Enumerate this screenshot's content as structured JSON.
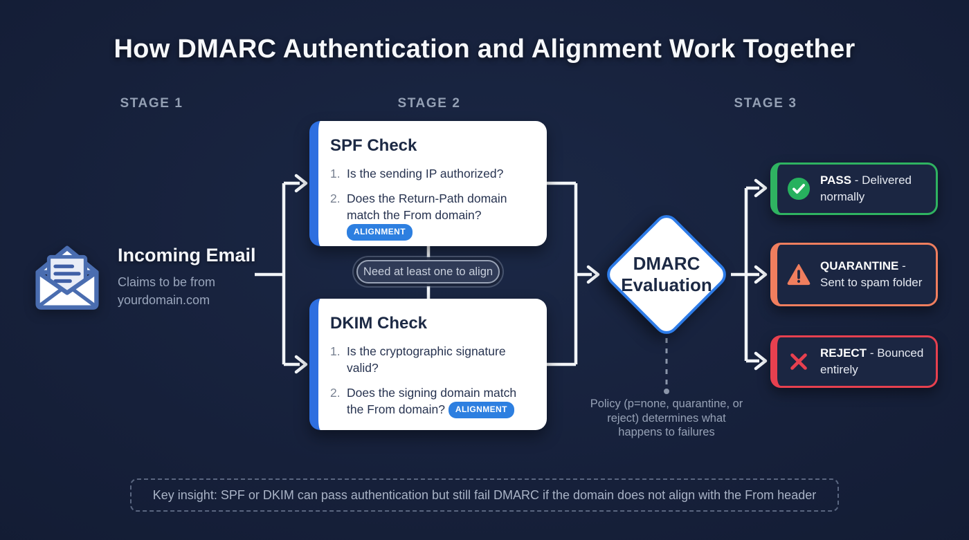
{
  "title": "How DMARC Authentication and Alignment Work Together",
  "stages": [
    "STAGE 1",
    "STAGE 2",
    "STAGE 3"
  ],
  "incoming": {
    "title": "Incoming Email",
    "subtitle": "Claims to be from yourdomain.com"
  },
  "spf_card": {
    "title": "SPF Check",
    "items": [
      {
        "num": "1.",
        "text": "Is the sending IP authorized?"
      },
      {
        "num": "2.",
        "text": "Does the Return-Path domain match the From domain?",
        "badge": "ALIGNMENT"
      }
    ]
  },
  "dkim_card": {
    "title": "DKIM Check",
    "items": [
      {
        "num": "1.",
        "text": "Is the cryptographic signature valid?"
      },
      {
        "num": "2.",
        "text": "Does the signing domain match the From domain?",
        "badge": "ALIGNMENT"
      }
    ]
  },
  "alignment_pill": "Need at least one to align",
  "evaluation": {
    "line1": "DMARC",
    "line2": "Evaluation"
  },
  "policy_note": "Policy (p=none, quarantine, or reject) determines what happens to failures",
  "outcomes": [
    {
      "label": "PASS",
      "desc": "- Delivered normally",
      "icon": "check-circle",
      "color": "#2fb361"
    },
    {
      "label": "QUARANTINE",
      "desc": "- Sent to spam folder",
      "icon": "warning-triangle",
      "color": "#f07e5e"
    },
    {
      "label": "REJECT",
      "desc": "- Bounced entirely",
      "icon": "x-mark",
      "color": "#e7404f"
    }
  ],
  "key_insight": "Key insight: SPF or DKIM can pass authentication but still fail DMARC if the domain does not align with the From header",
  "colors": {
    "background": "#17213a",
    "card_accent_blue": "#2e6fe0",
    "badge_blue": "#2d7fe0",
    "diamond_border_blue": "#2e7ce8",
    "pass_green": "#2fb361",
    "quarantine_orange": "#f07e5e",
    "reject_red": "#e7404f",
    "connector_white": "#f2f5f8",
    "muted_text": "#97a2b6"
  }
}
